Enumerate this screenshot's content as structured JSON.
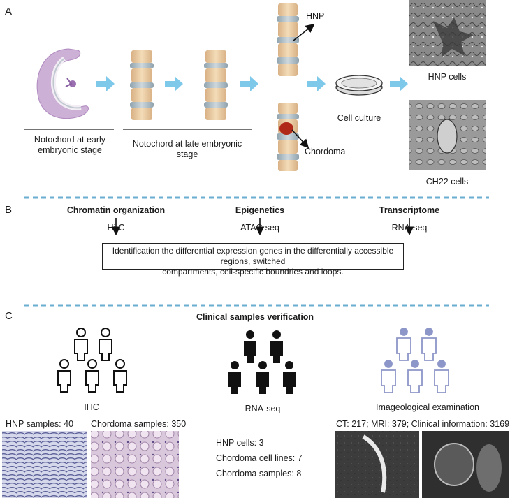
{
  "panel_a": {
    "letter": "A",
    "early_label_1": "Notochord at early",
    "early_label_2": "embryonic stage",
    "late_label_1": "Notochord at late embryonic",
    "late_label_2": "stage",
    "hnp_label": "HNP",
    "chordoma_label": "Chordoma",
    "culture_label": "Cell culture",
    "hnp_cells_label": "HNP cells",
    "ch22_cells_label": "CH22 cells"
  },
  "panel_b": {
    "letter": "B",
    "col1_title": "Chromatin organization",
    "col1_method": "Hi-C",
    "col2_title": "Epigenetics",
    "col2_method": "ATAC-seq",
    "col3_title": "Transcriptome",
    "col3_method": "RNA-seq",
    "summary_line1": "Identification the differential expression genes in the differentially accessible regions, switched",
    "summary_line2": "compartments, cell-specific boundries and loops."
  },
  "panel_c": {
    "letter": "C",
    "title": "Clinical samples verification",
    "ihc_label": "IHC",
    "rnaseq_label": "RNA-seq",
    "imaging_label": "Imageological examination",
    "hnp_samples": "HNP samples: 40",
    "chordoma_samples": "Chordoma samples: 350",
    "imaging_counts": "CT: 217; MRI: 379; Clinical information: 3169",
    "hnp_cells_count": "HNP cells: 3",
    "cell_lines_count": "Chordoma cell lines: 7",
    "chordoma_samples_count": "Chordoma samples: 8"
  },
  "colors": {
    "arrow_blue": "#7ec8ea",
    "dash_blue": "#6aaed0",
    "person_blue": "#8d96c8",
    "tumor_red": "#b02818",
    "vertebra": "#e6c49a",
    "disc": "#a8b7bf"
  }
}
